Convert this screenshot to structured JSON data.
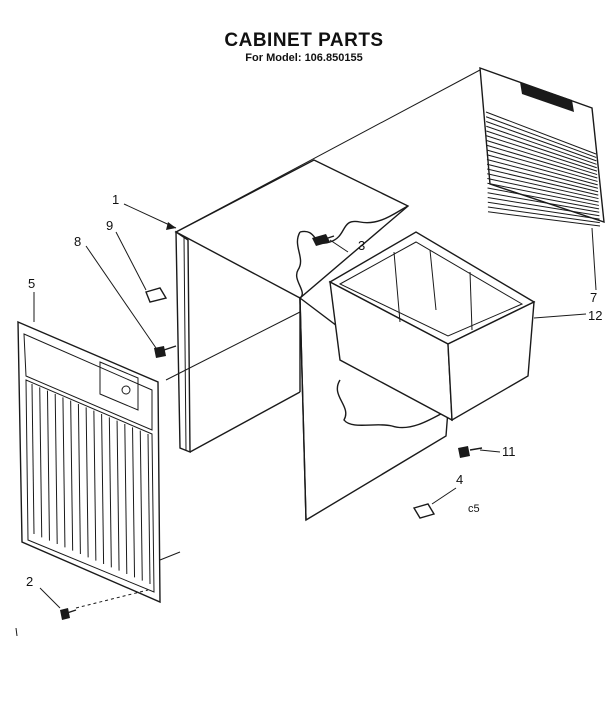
{
  "title": "CABINET PARTS",
  "subtitle": "For Model: 106.850155",
  "callouts": {
    "c1": "1",
    "c2": "2",
    "c3": "3",
    "c4": "4",
    "c5": "5",
    "c7": "7",
    "c8": "8",
    "c9": "9",
    "c11": "11",
    "c12": "12"
  },
  "code": "c5"
}
